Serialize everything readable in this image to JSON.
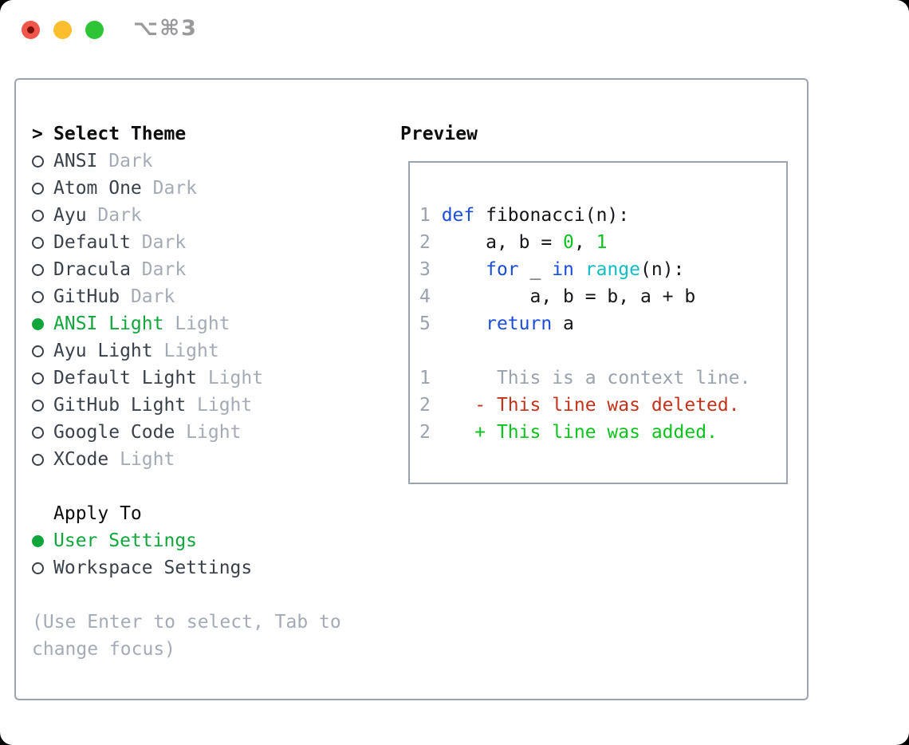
{
  "window": {
    "titlebar": {
      "shortcut": "⌥⌘3"
    }
  },
  "theme_panel": {
    "header": {
      "prompt": ">",
      "label": "Select Theme"
    },
    "themes": [
      {
        "name": "ANSI",
        "variant": "Dark",
        "selected": false
      },
      {
        "name": "Atom One",
        "variant": "Dark",
        "selected": false
      },
      {
        "name": "Ayu",
        "variant": "Dark",
        "selected": false
      },
      {
        "name": "Default",
        "variant": "Dark",
        "selected": false
      },
      {
        "name": "Dracula",
        "variant": "Dark",
        "selected": false
      },
      {
        "name": "GitHub",
        "variant": "Dark",
        "selected": false
      },
      {
        "name": "ANSI Light",
        "variant": "Light",
        "selected": true
      },
      {
        "name": "Ayu Light",
        "variant": "Light",
        "selected": false
      },
      {
        "name": "Default Light",
        "variant": "Light",
        "selected": false
      },
      {
        "name": "GitHub Light",
        "variant": "Light",
        "selected": false
      },
      {
        "name": "Google Code",
        "variant": "Light",
        "selected": false
      },
      {
        "name": "XCode",
        "variant": "Light",
        "selected": false
      }
    ],
    "apply_to": {
      "label": "Apply To",
      "options": [
        {
          "name": "User Settings",
          "selected": true
        },
        {
          "name": "Workspace Settings",
          "selected": false
        }
      ]
    },
    "hint": "(Use Enter to select, Tab to change focus)"
  },
  "preview": {
    "label": "Preview",
    "code_lines": [
      {
        "num": "1",
        "tokens": [
          {
            "t": "def",
            "c": "keyword"
          },
          {
            "t": " fibonacci(n):",
            "c": "plain"
          }
        ]
      },
      {
        "num": "2",
        "tokens": [
          {
            "t": "    a, b = ",
            "c": "plain"
          },
          {
            "t": "0",
            "c": "number"
          },
          {
            "t": ", ",
            "c": "plain"
          },
          {
            "t": "1",
            "c": "number"
          }
        ]
      },
      {
        "num": "3",
        "tokens": [
          {
            "t": "    ",
            "c": "plain"
          },
          {
            "t": "for",
            "c": "keyword"
          },
          {
            "t": " _ ",
            "c": "plain"
          },
          {
            "t": "in",
            "c": "keyword"
          },
          {
            "t": " ",
            "c": "plain"
          },
          {
            "t": "range",
            "c": "builtin"
          },
          {
            "t": "(n):",
            "c": "plain"
          }
        ]
      },
      {
        "num": "4",
        "tokens": [
          {
            "t": "        a, b = b, a + b",
            "c": "plain"
          }
        ]
      },
      {
        "num": "5",
        "tokens": [
          {
            "t": "    ",
            "c": "plain"
          },
          {
            "t": "return",
            "c": "keyword"
          },
          {
            "t": " a",
            "c": "plain"
          }
        ]
      }
    ],
    "diff_lines": [
      {
        "num": "1",
        "marker": " ",
        "text": "This is a context line.",
        "type": "context"
      },
      {
        "num": "2",
        "marker": "-",
        "text": "This line was deleted.",
        "type": "deleted"
      },
      {
        "num": "2",
        "marker": "+",
        "text": "This line was added.",
        "type": "added"
      }
    ]
  },
  "colors": {
    "accent_green": "#10a63c",
    "muted_gray": "#a4abb6",
    "line_number_gray": "#9aa2ad",
    "keyword_blue": "#1b4ed8",
    "builtin_cyan": "#10bdc4",
    "literal_green": "#0cc21e",
    "deleted_red": "#c2331c",
    "added_green": "#0cc21e"
  }
}
